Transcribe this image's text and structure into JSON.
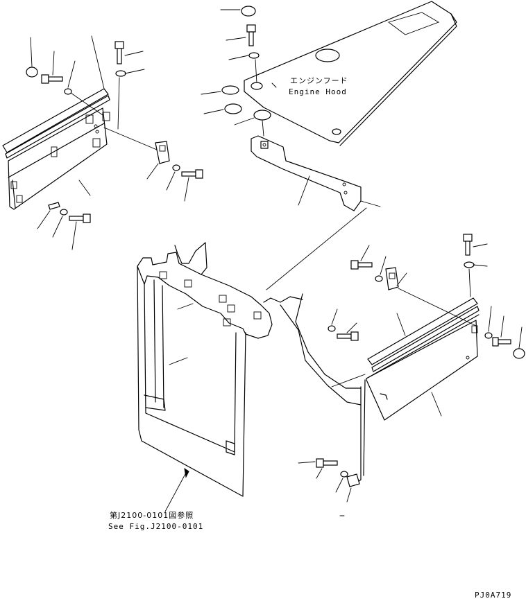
{
  "labels": {
    "engine_hood_jp": "エンジンフード",
    "engine_hood_en": "Engine Hood",
    "ref_jp": "第J2100-0101図参照",
    "ref_en": "See Fig.J2100-0101",
    "drawing_id": "PJ0A719"
  },
  "icons": {
    "bolt": "bolt-icon",
    "washer": "washer-icon",
    "cap": "cap-icon",
    "bracket": "bracket-icon"
  }
}
